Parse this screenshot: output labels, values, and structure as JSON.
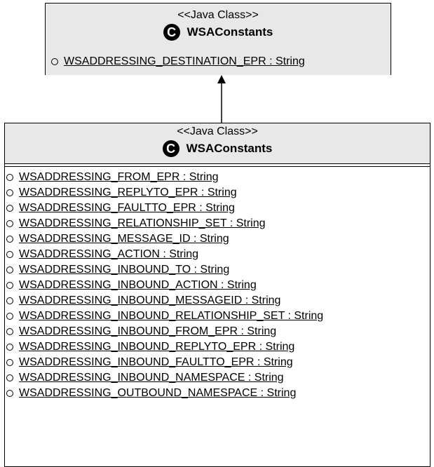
{
  "parent_class": {
    "stereotype": "<<Java Class>>",
    "icon_letter": "C",
    "name": "WSAConstants",
    "attributes": [
      "WSADDRESSING_DESTINATION_EPR : String"
    ]
  },
  "child_class": {
    "stereotype": "<<Java Class>>",
    "icon_letter": "C",
    "name": "WSAConstants",
    "attributes": [
      "WSADDRESSING_FROM_EPR : String",
      "WSADDRESSING_REPLYTO_EPR : String",
      "WSADDRESSING_FAULTTO_EPR : String",
      "WSADDRESSING_RELATIONSHIP_SET : String",
      "WSADDRESSING_MESSAGE_ID : String",
      "WSADDRESSING_ACTION : String",
      "WSADDRESSING_INBOUND_TO : String",
      "WSADDRESSING_INBOUND_ACTION : String",
      "WSADDRESSING_INBOUND_MESSAGEID : String",
      "WSADDRESSING_INBOUND_RELATIONSHIP_SET : String",
      "WSADDRESSING_INBOUND_FROM_EPR : String",
      "WSADDRESSING_INBOUND_REPLYTO_EPR : String",
      "WSADDRESSING_INBOUND_FAULTTO_EPR : String",
      "WSADDRESSING_INBOUND_NAMESPACE : String",
      "WSADDRESSING_OUTBOUND_NAMESPACE : String"
    ]
  },
  "relationship": {
    "type": "generalization",
    "from": "child_class",
    "to": "parent_class"
  }
}
